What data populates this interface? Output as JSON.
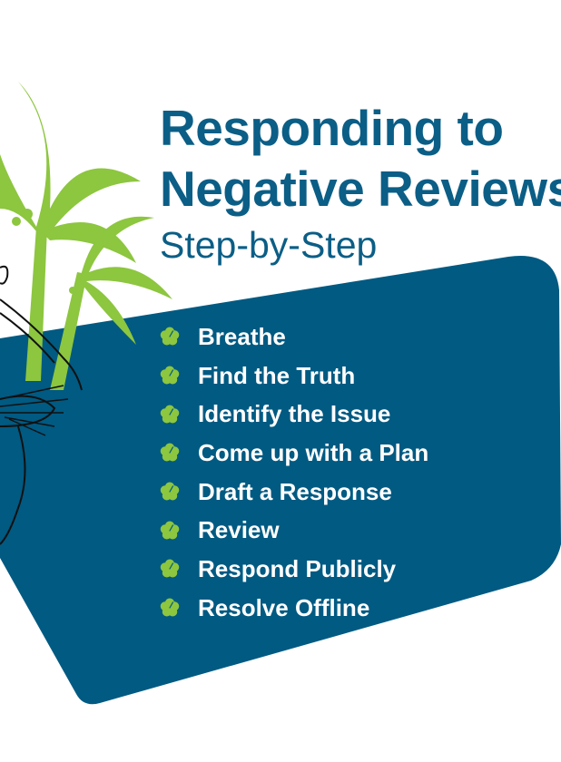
{
  "title": {
    "line1": "Responding to",
    "line2": "Negative Reviews",
    "subtitle": "Step-by-Step"
  },
  "steps": [
    {
      "label": "Breathe",
      "icon": "hibiscus-icon"
    },
    {
      "label": "Find the Truth",
      "icon": "hibiscus-icon"
    },
    {
      "label": "Identify the Issue",
      "icon": "hibiscus-icon"
    },
    {
      "label": "Come up with a Plan",
      "icon": "hibiscus-icon"
    },
    {
      "label": "Draft a Response",
      "icon": "hibiscus-icon"
    },
    {
      "label": "Review",
      "icon": "hibiscus-icon"
    },
    {
      "label": "Respond Publicly",
      "icon": "hibiscus-icon"
    },
    {
      "label": "Resolve Offline",
      "icon": "hibiscus-icon"
    }
  ],
  "colors": {
    "blue": "#005a82",
    "green": "#8dc63f",
    "title": "#0b5e86"
  }
}
